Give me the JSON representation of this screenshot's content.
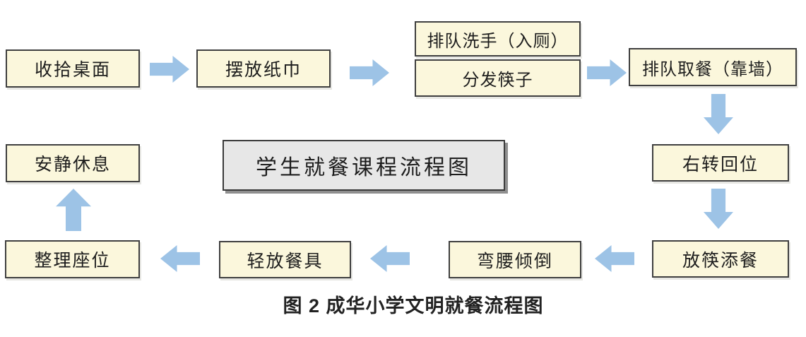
{
  "diagram": {
    "title_box": "学生就餐课程流程图",
    "caption": "图 2  成华小学文明就餐流程图",
    "nodes": {
      "clean_table": "收拾桌面",
      "place_napkins": "摆放纸巾",
      "line_up_wash_hands": "排队洗手（入厕）",
      "distribute_chopsticks": "分发筷子",
      "line_up_get_food": "排队取餐（靠墙）",
      "turn_right_return": "右转回位",
      "put_chopsticks_add_food": "放筷添餐",
      "bend_pour": "弯腰倾倒",
      "put_down_tableware": "轻放餐具",
      "tidy_seat": "整理座位",
      "quiet_rest": "安静休息"
    },
    "edges": [
      {
        "from": "收拾桌面",
        "to": "摆放纸巾",
        "direction": "right"
      },
      {
        "from": "摆放纸巾",
        "to": "排队洗手（入厕）/分发筷子",
        "direction": "right"
      },
      {
        "from": "排队洗手（入厕）/分发筷子",
        "to": "排队取餐（靠墙）",
        "direction": "right"
      },
      {
        "from": "排队取餐（靠墙）",
        "to": "右转回位",
        "direction": "down"
      },
      {
        "from": "右转回位",
        "to": "放筷添餐",
        "direction": "down"
      },
      {
        "from": "放筷添餐",
        "to": "弯腰倾倒",
        "direction": "left"
      },
      {
        "from": "弯腰倾倒",
        "to": "轻放餐具",
        "direction": "left"
      },
      {
        "from": "轻放餐具",
        "to": "整理座位",
        "direction": "left"
      },
      {
        "from": "整理座位",
        "to": "安静休息",
        "direction": "up"
      }
    ],
    "colors": {
      "node_fill": "#FBF7DC",
      "node_border": "#3f3f3f",
      "arrow_fill": "#9DC3E6",
      "title_fill": "#E7E7E7",
      "title_border": "#3a3a3a"
    }
  }
}
